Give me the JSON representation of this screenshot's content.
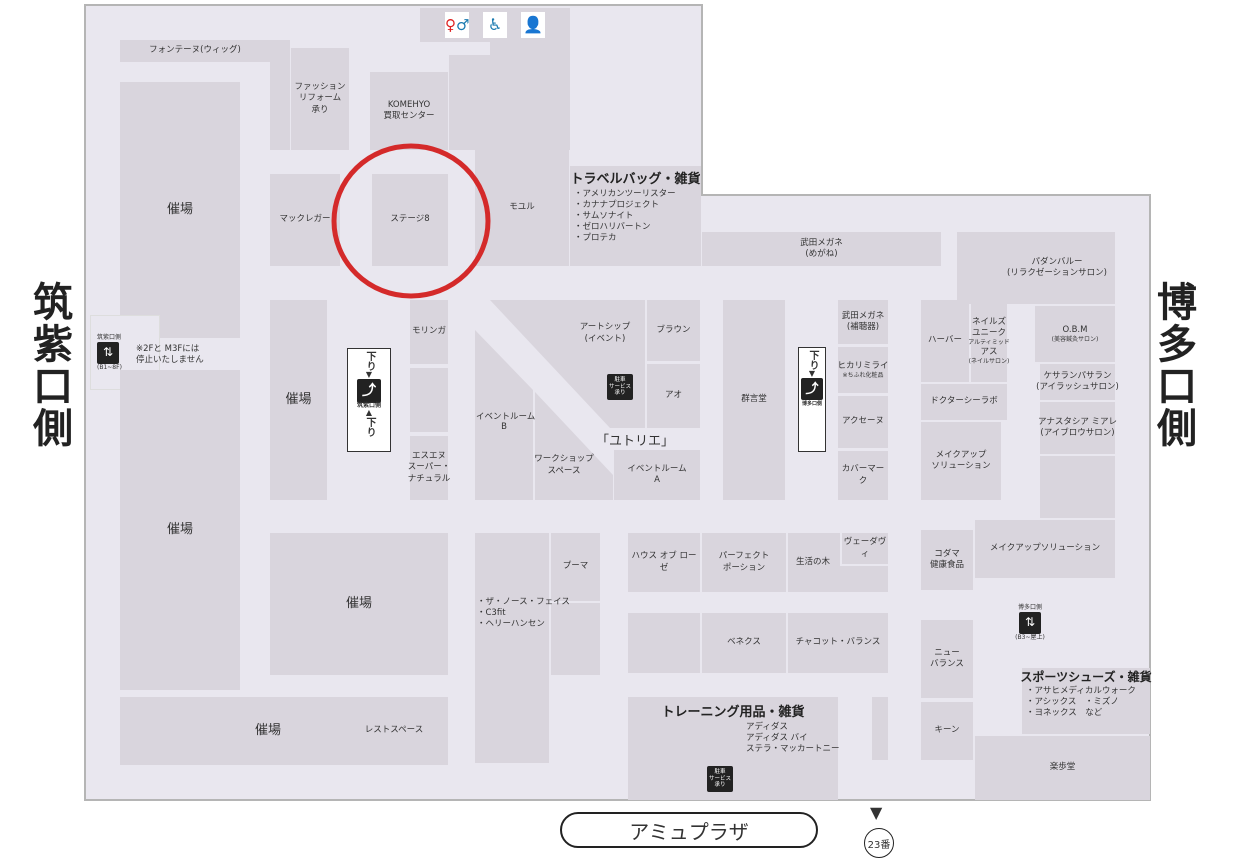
{
  "sides": {
    "left": "筑紫口側",
    "right": "博多口側"
  },
  "facilities": {
    "restroom": "restroom-icon",
    "accessible": "wheelchair-icon",
    "nursing": "nursing-room-icon"
  },
  "shops": {
    "fontaine": "フォンテーヌ(ウィッグ)",
    "fashion_reform": "ファッション\nリフォーム\n承り",
    "komehyo": "KOMEHYO\n買取センター",
    "mcgregor": "マックレガー",
    "stage8": "ステージ8",
    "moyuru": "モユル",
    "travel": {
      "title": "トラベルバッグ・雑貨",
      "items": [
        "・アメリカンツーリスター",
        "・カナナプロジェクト",
        "・サムソナイト",
        "・ゼロハリバートン",
        "・プロテカ"
      ]
    },
    "takeda_glasses": "武田メガネ\n(めがね)",
    "padan": "パダンバルー\n(リラクゼーションサロン)",
    "event1": "催場",
    "event2": "催場",
    "event3": "催場",
    "event4": "催場",
    "event5": "催場",
    "rest": "レストスペース",
    "moringa": "モリンガ",
    "sn": "エスエヌ\nスーパー・\nナチュラル",
    "event_room_b": "イベントルーム\nB",
    "workshop": "ワークショップ\nスペース",
    "artship": "アートシップ\n(イベント)",
    "brown": "ブラウン",
    "ao": "アオ",
    "yutorie": "「ユトリエ」",
    "event_room_a": "イベントルーム\nA",
    "gungendo": "群言堂",
    "takeda_hearing": "武田メガネ\n(補聴器)",
    "hikari": "ヒカリミライ",
    "hikari_note": "※ちふれ化粧品",
    "acseine": "アクセーヌ",
    "covermark": "カバーマーク",
    "harbor": "ハーバー",
    "nails": "ネイルズ\nユニーク",
    "altimid": "アルティミッド",
    "as": "アス",
    "nail_salon": "(ネイルサロン)",
    "drci": "ドクターシーラボ",
    "makeup1": "メイクアップ\nソリューション",
    "obm": "O.B.M",
    "obm_sub": "(美容鍼灸サロン)",
    "kesaran": "ケサランパサラン\n(アイラッシュサロン)",
    "anastasia": "アナスタシア ミアレ\n(アイブロウサロン)",
    "makeup2": "メイクアップソリューション",
    "kodama": "コダマ\n健康食品",
    "north": [
      "・ザ・ノース・フェイス",
      "・C3fit",
      "・ヘリーハンセン"
    ],
    "puma": "プーマ",
    "house_of_rose": "ハウス オブ ローゼ",
    "perfect_potion": "パーフェクト\nポーション",
    "seikatsu": "生活の木",
    "vedavi": "ヴェーダヴィ",
    "venex": "ベネクス",
    "chacott": "チャコット・バランス",
    "newbalance": "ニュー\nバランス",
    "keen": "キーン",
    "sports": {
      "title": "スポーツシューズ・雑貨",
      "items": [
        "・アサヒメディカルウォーク",
        "・アシックス　・ミズノ",
        "・ヨネックス　など"
      ]
    },
    "rakuho": "楽歩堂",
    "training": {
      "title": "トレーニング用品・雑貨",
      "items": [
        "アディダス",
        "アディダス バイ",
        "ステラ・マッカートニー"
      ]
    }
  },
  "elevators": {
    "left": {
      "label": "筑紫口側",
      "range": "(B1~8F)",
      "note": "※2Fと M3Fには\n停止いたしません"
    },
    "right": {
      "label": "博多口側",
      "range": "(B3~屋上)"
    }
  },
  "escalators": {
    "left": {
      "down_top": "下り",
      "label": "筑紫口側",
      "down_bottom": "下り"
    },
    "right": {
      "down_top": "下り",
      "label": "博多口側"
    }
  },
  "parking": "駐車\nサービス\n承り",
  "bottom": {
    "amu": "アミュプラザ",
    "exit": "23番",
    "arrow": "▼"
  },
  "highlight_color": "#d42a2a"
}
